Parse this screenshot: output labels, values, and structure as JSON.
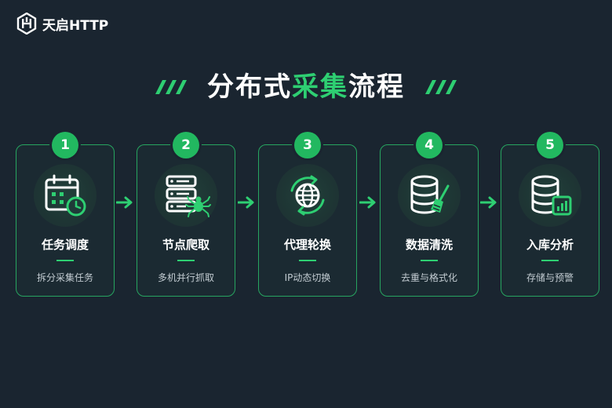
{
  "brand": {
    "name": "天启HTTP"
  },
  "title": {
    "part1": "分布式",
    "highlight": "采集",
    "part2": "流程"
  },
  "colors": {
    "accent": "#2ecf72",
    "background": "#1a2530",
    "border": "#27a560"
  },
  "steps": [
    {
      "number": "1",
      "title": "任务调度",
      "subtitle": "拆分采集任务",
      "icon": "calendar-clock-icon"
    },
    {
      "number": "2",
      "title": "节点爬取",
      "subtitle": "多机并行抓取",
      "icon": "server-spider-icon"
    },
    {
      "number": "3",
      "title": "代理轮换",
      "subtitle": "IP动态切换",
      "icon": "globe-rotate-icon"
    },
    {
      "number": "4",
      "title": "数据清洗",
      "subtitle": "去重与格式化",
      "icon": "database-broom-icon"
    },
    {
      "number": "5",
      "title": "入库分析",
      "subtitle": "存储与预警",
      "icon": "database-chart-icon"
    }
  ]
}
